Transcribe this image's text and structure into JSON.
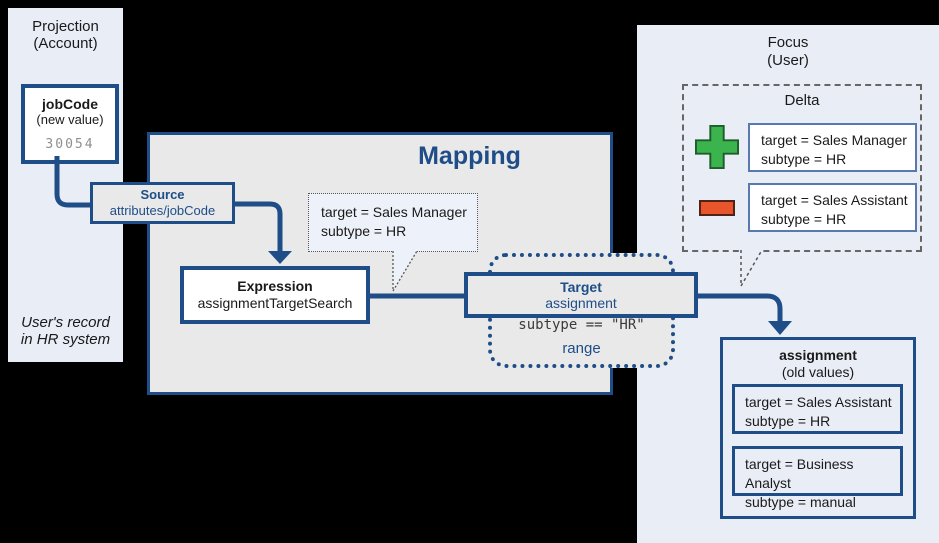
{
  "colors": {
    "background": "#000000",
    "accent_blue": "#1f4d88",
    "panel_blue": "#e9edf6",
    "box_gray": "#e9e9e9",
    "callout_bg": "#edf1f9",
    "plus_green": "#3cb44e",
    "plus_green_border": "#1d5c2b",
    "minus_orange": "#e8542c",
    "minus_orange_border": "#4f2315",
    "delta_item_border": "#5878b0",
    "value_gray": "#8f8f8f"
  },
  "projection": {
    "title_line1": "Projection",
    "title_line2": "(Account)",
    "attribute": {
      "name": "jobCode",
      "qualifier": "(new value)",
      "value": "30054"
    },
    "caption_line1": "User's record",
    "caption_line2": "in HR system"
  },
  "mapping": {
    "title": "Mapping",
    "source": {
      "label": "Source",
      "value": "attributes/jobCode"
    },
    "expression": {
      "label": "Expression",
      "value": "assignmentTargetSearch"
    },
    "output_callout": {
      "line1": "target = Sales Manager",
      "line2": "subtype = HR"
    },
    "target": {
      "label": "Target",
      "value": "assignment"
    },
    "range": {
      "condition": "subtype == \"HR\"",
      "label": "range"
    }
  },
  "focus": {
    "title_line1": "Focus",
    "title_line2": "(User)",
    "delta": {
      "title": "Delta",
      "add": {
        "icon": "plus-icon",
        "line1": "target = Sales Manager",
        "line2": "subtype = HR"
      },
      "remove": {
        "icon": "minus-icon",
        "line1": "target = Sales Assistant",
        "line2": "subtype = HR"
      }
    },
    "assignment": {
      "title": "assignment",
      "qualifier": "(old values)",
      "values": [
        {
          "line1": "target = Sales Assistant",
          "line2": "subtype = HR"
        },
        {
          "line1": "target = Business Analyst",
          "line2": "subtype = manual"
        }
      ]
    }
  }
}
